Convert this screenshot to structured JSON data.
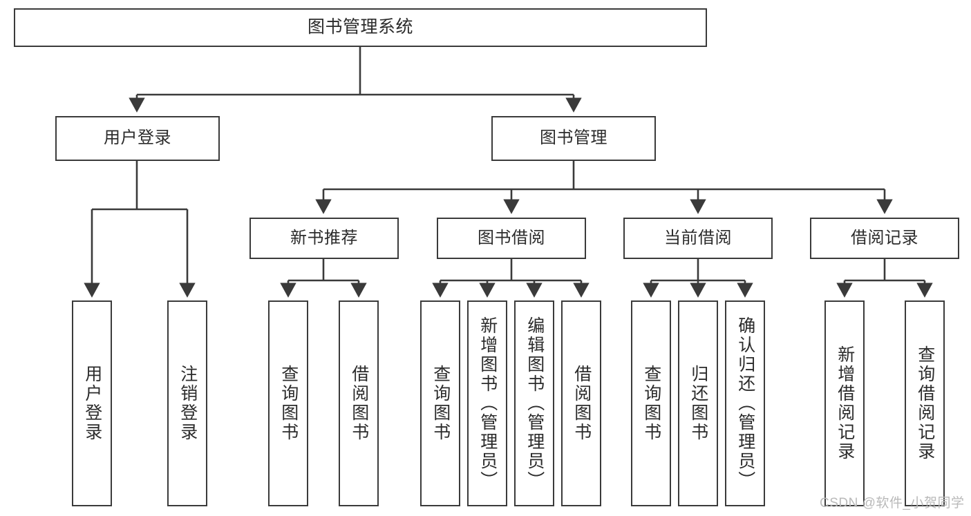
{
  "diagram": {
    "title": "图书管理系统",
    "watermark": "CSDN @软件_小贺同学",
    "colors": {
      "box_border": "#3a3a3a",
      "box_fill": "#ffffff",
      "connector": "#3a3a3a",
      "text": "#2b2b2b",
      "watermark": "#b9b9b9"
    },
    "levels": {
      "root": "图书管理系统",
      "level2": [
        "用户登录",
        "图书管理"
      ],
      "level3": [
        "新书推荐",
        "图书借阅",
        "当前借阅",
        "借阅记录"
      ],
      "level4": [
        "用户登录",
        "注销登录",
        "查询图书",
        "借阅图书",
        "查询图书",
        "新增图书（管理员）",
        "编辑图书（管理员）",
        "借阅图书",
        "查询图书",
        "归还图书",
        "确认归还（管理员）",
        "新增借阅记录",
        "查询借阅记录"
      ]
    },
    "nodes": {
      "root": {
        "label": "图书管理系统"
      },
      "user_login": {
        "label": "用户登录"
      },
      "book_manage": {
        "label": "图书管理"
      },
      "new_book_rec": {
        "label": "新书推荐"
      },
      "book_borrow": {
        "label": "图书借阅"
      },
      "current_borrow": {
        "label": "当前借阅"
      },
      "borrow_record": {
        "label": "借阅记录"
      },
      "leaf_user_login": {
        "label": "用户登录"
      },
      "leaf_logout": {
        "label": "注销登录"
      },
      "leaf_query_book_1": {
        "label": "查询图书"
      },
      "leaf_borrow_book_1": {
        "label": "借阅图书"
      },
      "leaf_query_book_2": {
        "label": "查询图书"
      },
      "leaf_add_book_admin": {
        "label": "新增图书（管理员）"
      },
      "leaf_edit_book_admin": {
        "label": "编辑图书（管理员）"
      },
      "leaf_borrow_book_2": {
        "label": "借阅图书"
      },
      "leaf_query_book_3": {
        "label": "查询图书"
      },
      "leaf_return_book": {
        "label": "归还图书"
      },
      "leaf_confirm_return_admin": {
        "label": "确认归还（管理员）"
      },
      "leaf_add_borrow_record": {
        "label": "新增借阅记录"
      },
      "leaf_query_borrow_record": {
        "label": "查询借阅记录"
      }
    }
  }
}
